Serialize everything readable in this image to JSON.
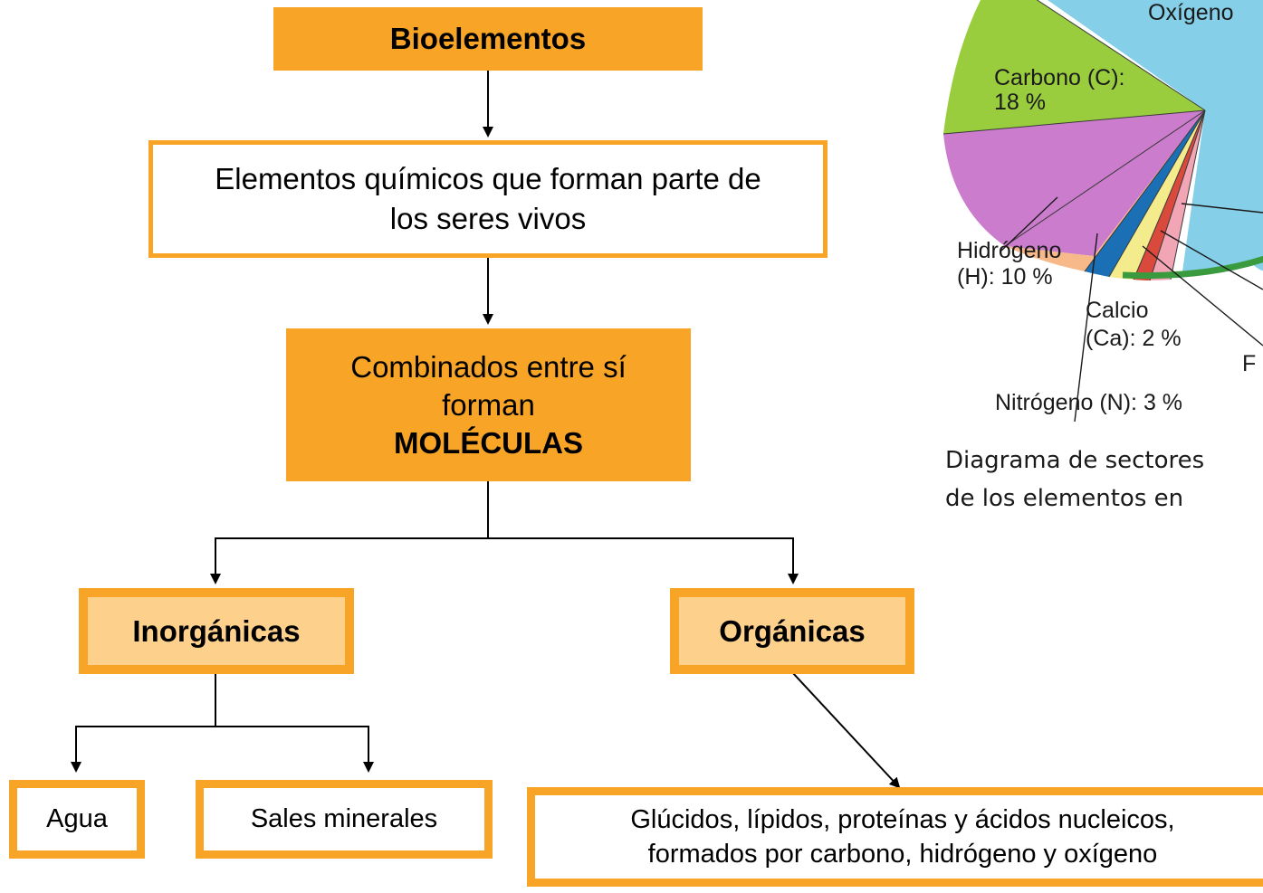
{
  "concept_map": {
    "root": "Bioelementos",
    "definition": "Elementos químicos que forman parte de los seres vivos",
    "combined_line1": "Combinados entre sí",
    "combined_line2": "forman",
    "combined_line3": "MOLÉCULAS",
    "inorganic": "Inorgánicas",
    "organic": "Orgánicas",
    "water": "Agua",
    "salts": "Sales minerales",
    "organic_desc_line1": "Glúcidos, lípidos, proteínas y ácidos nucleicos,",
    "organic_desc_line2": "formados por carbono, hidrógeno y oxígeno"
  },
  "pie_figure": {
    "label_oxigeno": "Oxígeno",
    "label_carbono_1": "Carbono (C):",
    "label_carbono_2": "18 %",
    "label_hidrogeno_1": "Hidrógeno",
    "label_hidrogeno_2": "(H): 10 %",
    "label_calcio_1": "Calcio",
    "label_calcio_2": "(Ca): 2 %",
    "label_nitrogeno": "Nitrógeno (N): 3 %",
    "label_p": "F",
    "caption_line1": "Diagrama de sectores",
    "caption_line2": "de los elementos en",
    "colors": {
      "oxigeno": "#86cfe8",
      "carbono": "#9acd3e",
      "hidrogeno": "#cc7ccc",
      "nitrogeno": "#f7b98a",
      "calcio": "#1a6fb5",
      "yellow": "#f4ec8c",
      "red": "#d94a3c",
      "pink": "#f2a5b5",
      "rim": "#3a9a3e"
    }
  }
}
